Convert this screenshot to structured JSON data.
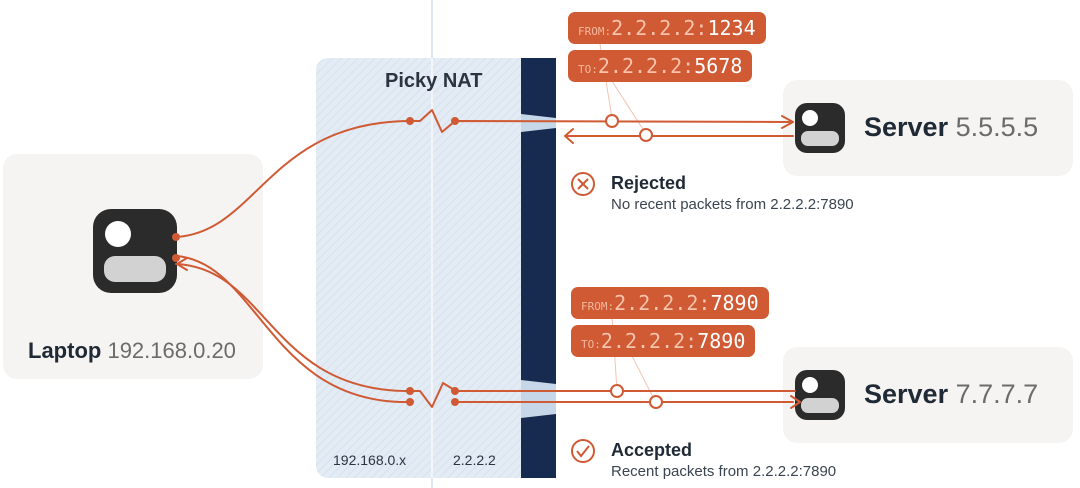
{
  "nat": {
    "title": "Picky NAT",
    "inside_label": "192.168.0.x",
    "outside_label": "2.2.2.2"
  },
  "laptop": {
    "name": "Laptop",
    "ip": "192.168.0.20"
  },
  "servers": [
    {
      "name": "Server",
      "ip": "5.5.5.5"
    },
    {
      "name": "Server",
      "ip": "7.7.7.7"
    }
  ],
  "packets": [
    {
      "from_key": "FROM:",
      "from_addr": "2.2.2.2:",
      "from_port": "1234",
      "to_key": "TO:",
      "to_addr": "2.2.2.2:",
      "to_port": "5678"
    },
    {
      "from_key": "FROM:",
      "from_addr": "2.2.2.2:",
      "from_port": "7890",
      "to_key": "TO:",
      "to_addr": "2.2.2.2:",
      "to_port": "7890"
    }
  ],
  "status": [
    {
      "icon": "x-circle-icon",
      "title": "Rejected",
      "detail": "No recent packets from 2.2.2.2:7890"
    },
    {
      "icon": "check-circle-icon",
      "title": "Accepted",
      "detail": "Recent packets from 2.2.2.2:7890"
    }
  ],
  "colors": {
    "accent": "#cf5a34",
    "firewall": "#172a4f",
    "nat_zone": "#e3ebf4",
    "card": "#f5f4f2"
  }
}
